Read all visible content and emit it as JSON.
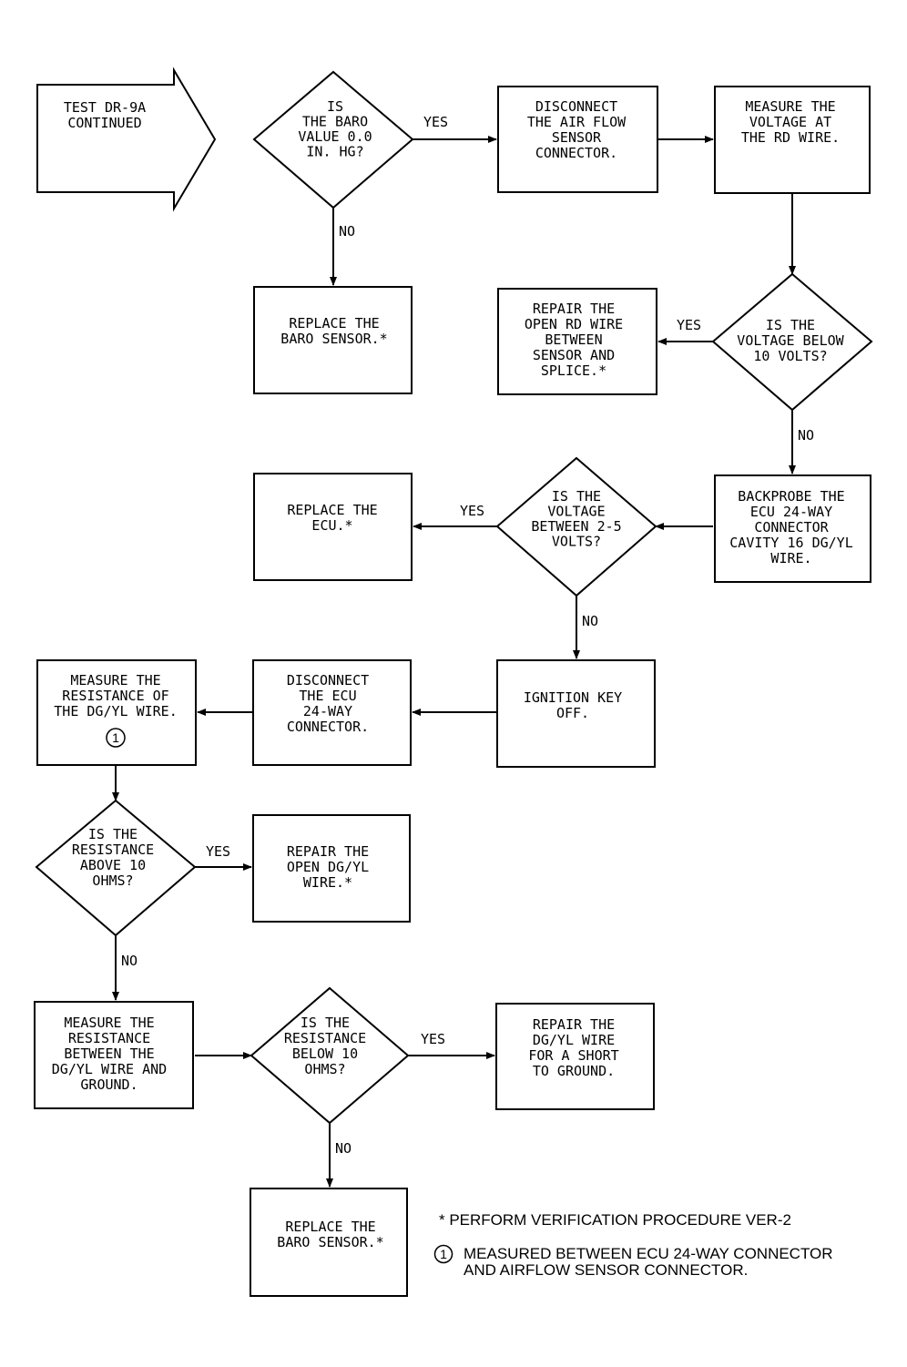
{
  "nodes": {
    "start": [
      "TEST DR-9A",
      "CONTINUED"
    ],
    "baro_check": [
      "IS",
      "THE BARO",
      "VALUE 0.0",
      "IN. HG?"
    ],
    "disconnect_airflow": [
      "DISCONNECT",
      "THE AIR FLOW",
      "SENSOR",
      "CONNECTOR."
    ],
    "measure_rd_voltage": [
      "MEASURE THE",
      "VOLTAGE AT",
      "THE RD WIRE."
    ],
    "replace_baro_1": [
      "REPLACE THE",
      "BARO SENSOR.*"
    ],
    "repair_rd_wire": [
      "REPAIR THE",
      "OPEN RD WIRE",
      "BETWEEN",
      "SENSOR AND",
      "SPLICE.*"
    ],
    "voltage_below_10": [
      "IS THE",
      "VOLTAGE BELOW",
      "10 VOLTS?"
    ],
    "replace_ecu": [
      "REPLACE THE",
      "ECU.*"
    ],
    "voltage_2_5": [
      "IS THE",
      "VOLTAGE",
      "BETWEEN 2-5",
      "VOLTS?"
    ],
    "backprobe_ecu": [
      "BACKPROBE THE",
      "ECU 24-WAY",
      "CONNECTOR",
      "CAVITY 16 DG/YL",
      "WIRE."
    ],
    "measure_dgyl_resistance": [
      "MEASURE THE",
      "RESISTANCE OF",
      "THE DG/YL WIRE."
    ],
    "disconnect_ecu": [
      "DISCONNECT",
      "THE ECU",
      "24-WAY",
      "CONNECTOR."
    ],
    "ignition_off": [
      "IGNITION KEY",
      "OFF."
    ],
    "resistance_above_10": [
      "IS THE",
      "RESISTANCE",
      "ABOVE 10",
      "OHMS?"
    ],
    "repair_open_dgyl": [
      "REPAIR THE",
      "OPEN DG/YL",
      "WIRE.*"
    ],
    "measure_dgyl_ground": [
      "MEASURE THE",
      "RESISTANCE",
      "BETWEEN THE",
      "DG/YL WIRE AND",
      "GROUND."
    ],
    "resistance_below_10": [
      "IS THE",
      "RESISTANCE",
      "BELOW 10",
      "OHMS?"
    ],
    "repair_dgyl_short": [
      "REPAIR THE",
      "DG/YL WIRE",
      "FOR A SHORT",
      "TO GROUND."
    ],
    "replace_baro_2": [
      "REPLACE THE",
      "BARO SENSOR.*"
    ]
  },
  "footnote_badge": "1",
  "edge_labels": {
    "yes": "YES",
    "no": "NO"
  },
  "notes": {
    "asterisk_note": "* PERFORM VERIFICATION PROCEDURE VER-2",
    "circle_note_number": "1",
    "circle_note_line1": "MEASURED BETWEEN ECU 24-WAY CONNECTOR",
    "circle_note_line2": "AND AIRFLOW SENSOR CONNECTOR."
  }
}
